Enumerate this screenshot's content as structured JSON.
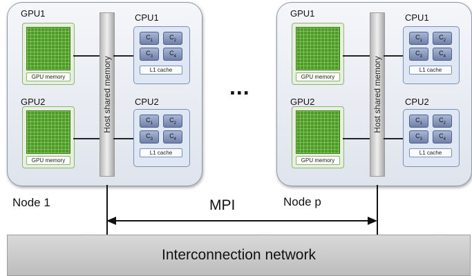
{
  "nodes": [
    {
      "label": "Node 1",
      "host_memory": "Host shared memory",
      "gpus": [
        {
          "label": "GPU1",
          "memory": "GPU memory"
        },
        {
          "label": "GPU2",
          "memory": "GPU memory"
        }
      ],
      "cpus": [
        {
          "label": "CPU1",
          "cache": "L1 cache"
        },
        {
          "label": "CPU2",
          "cache": "L1 cache"
        }
      ]
    },
    {
      "label": "Node p",
      "host_memory": "Host shared memory",
      "gpus": [
        {
          "label": "GPU1",
          "memory": "GPU memory"
        },
        {
          "label": "GPU2",
          "memory": "GPU memory"
        }
      ],
      "cpus": [
        {
          "label": "CPU1",
          "cache": "L1 cache"
        },
        {
          "label": "CPU2",
          "cache": "L1 cache"
        }
      ]
    }
  ],
  "cores": [
    "1",
    "2",
    "3",
    "4"
  ],
  "core_prefix": "C",
  "ellipsis": "...",
  "mpi_label": "MPI",
  "network_label": "Interconnection network",
  "colors": {
    "gpu_fill": "#4e9a29",
    "cpu_core": "#6f80a9",
    "node_bg": "#e8ecf2",
    "network": "#c8c8c8"
  }
}
